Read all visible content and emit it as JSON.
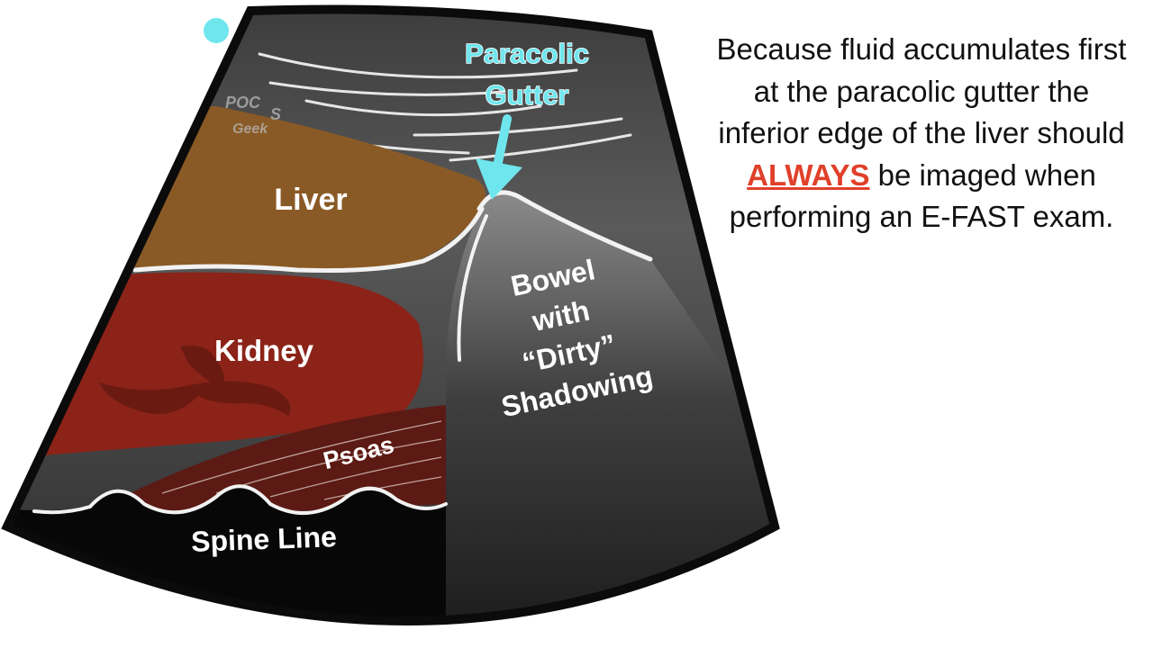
{
  "labels": {
    "paracolic_line1": "Paracolic",
    "paracolic_line2": "Gutter",
    "liver": "Liver",
    "kidney": "Kidney",
    "bowel_line1": "Bowel",
    "bowel_line2": "with",
    "bowel_line3": "“Dirty”",
    "bowel_line4": "Shadowing",
    "psoas": "Psoas",
    "spine_line": "Spine Line"
  },
  "watermark": {
    "line1": "POC",
    "line2": "S",
    "line3": "Geek"
  },
  "caption": {
    "before": "Because fluid accumulates first at the paracolic gutter the inferior edge of the liver should ",
    "emphasis": "ALWAYS",
    "after": " be imaged when performing an E-FAST exam."
  },
  "colors": {
    "liver": "#8a5a26",
    "kidney": "#8b2318",
    "fluid_label": "#6fe6ee",
    "emphasis": "#e0402a",
    "fan_dark": "#3a3a3a",
    "frame": "#0b0b0b"
  },
  "icons": [
    "orientation-marker-dot",
    "down-arrow-icon"
  ]
}
